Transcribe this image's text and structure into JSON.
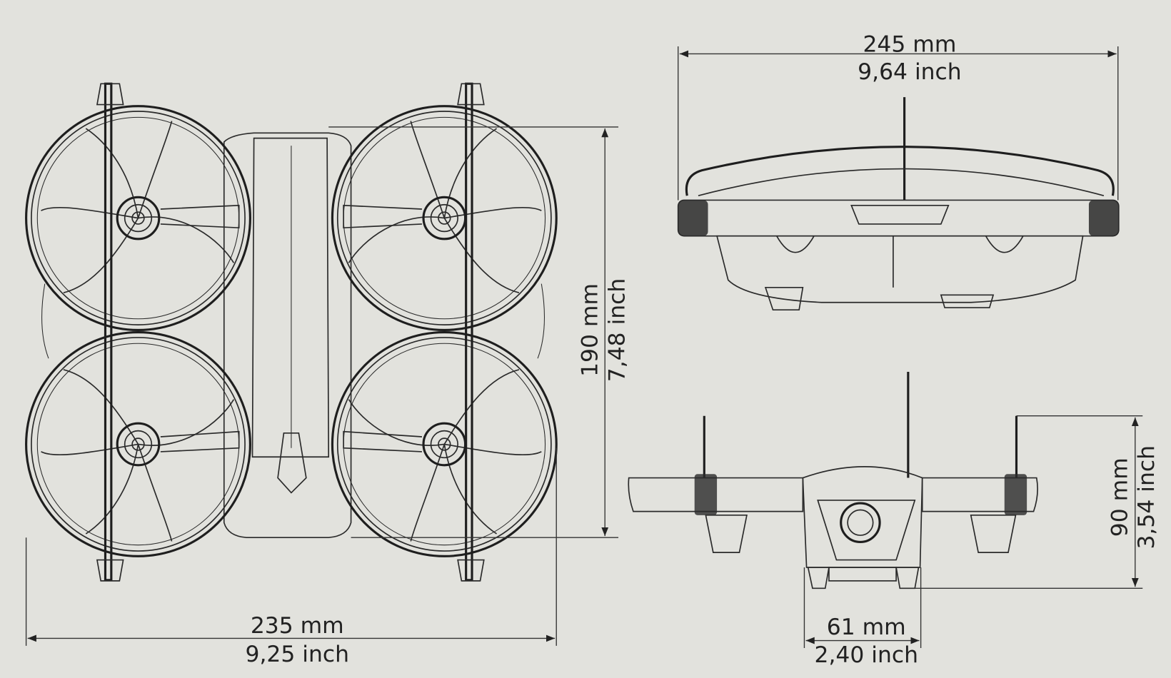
{
  "drawing": {
    "top_view": {
      "width_mm": "235 mm",
      "width_inch": "9,25 inch",
      "length_mm": "190 mm",
      "length_inch": "7,48 inch"
    },
    "side_view": {
      "width_mm": "245 mm",
      "width_inch": "9,64 inch"
    },
    "front_view": {
      "height_mm": "90 mm",
      "height_inch": "3,54 inch",
      "body_width_mm": "61 mm",
      "body_width_inch": "2,40 inch"
    },
    "colors": {
      "background": "#e2e2dd",
      "line": "#2a2a2a"
    }
  }
}
